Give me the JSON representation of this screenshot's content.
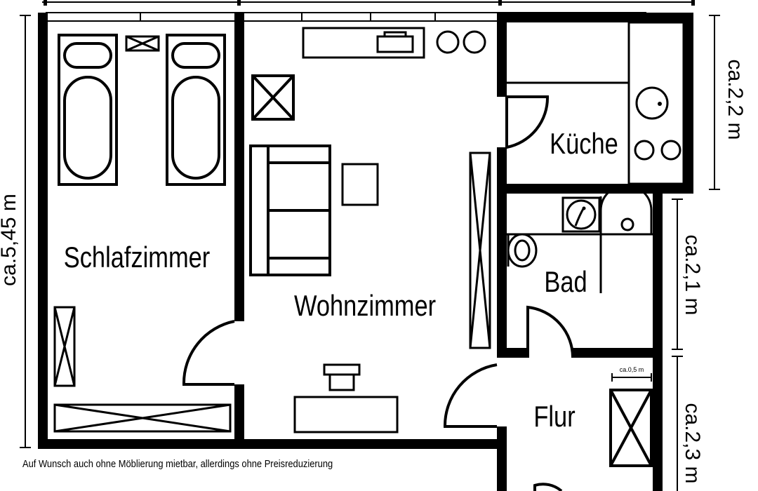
{
  "rooms": {
    "schlafzimmer": "Schlafzimmer",
    "wohnzimmer": "Wohnzimmer",
    "kueche": "Küche",
    "bad": "Bad",
    "flur": "Flur"
  },
  "dimensions": {
    "left_total": "ca.5,45 m",
    "kitchen_right": "ca.2,2 m",
    "bath_right": "ca.2,1 m",
    "hall_right": "ca.2,3 m",
    "cabinet_width": "ca.0,5 m"
  },
  "note": "Auf Wunsch auch ohne Möblierung mietbar, allerdings ohne Preisreduzierung"
}
